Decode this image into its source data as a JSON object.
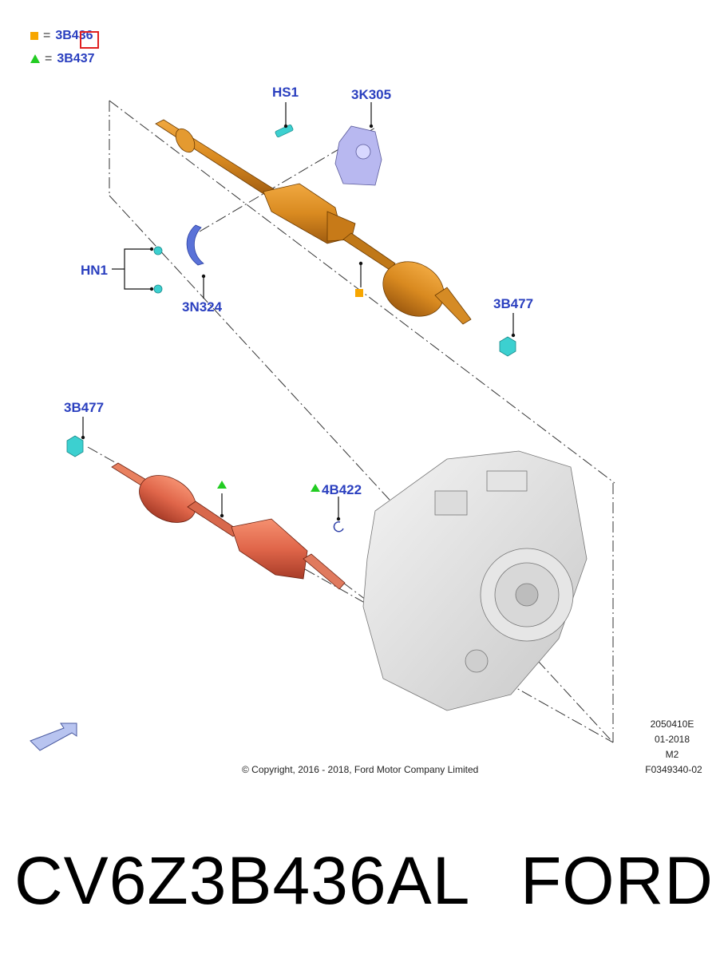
{
  "legend": [
    {
      "marker": "square",
      "color": "#f7a600",
      "eq": "=",
      "code": "3B436"
    },
    {
      "marker": "triangle",
      "color": "#22cc22",
      "eq": "=",
      "code": "3B437"
    }
  ],
  "callouts": {
    "hs1": "HS1",
    "k305": "3K305",
    "hn1": "HN1",
    "n324": "3N324",
    "b477_upper": "3B477",
    "b477_lower": "3B477",
    "b422": "4B422"
  },
  "meta": {
    "code1": "2050410E",
    "code2": "01-2018",
    "code3": "M2",
    "code4": "F0349340-02"
  },
  "copyright": "© Copyright, 2016 - 2018, Ford Motor Company Limited",
  "footer": {
    "part_number": "CV6Z3B436AL",
    "brand": "FORD"
  },
  "colors": {
    "label_blue": "#2a3fbf",
    "shaft_orange": "#d98a20",
    "shaft_red": "#e0664a",
    "bracket_blue": "#5a72d8",
    "bearing_lilac": "#b8b8f0",
    "nut_cyan": "#3cd0d0"
  }
}
